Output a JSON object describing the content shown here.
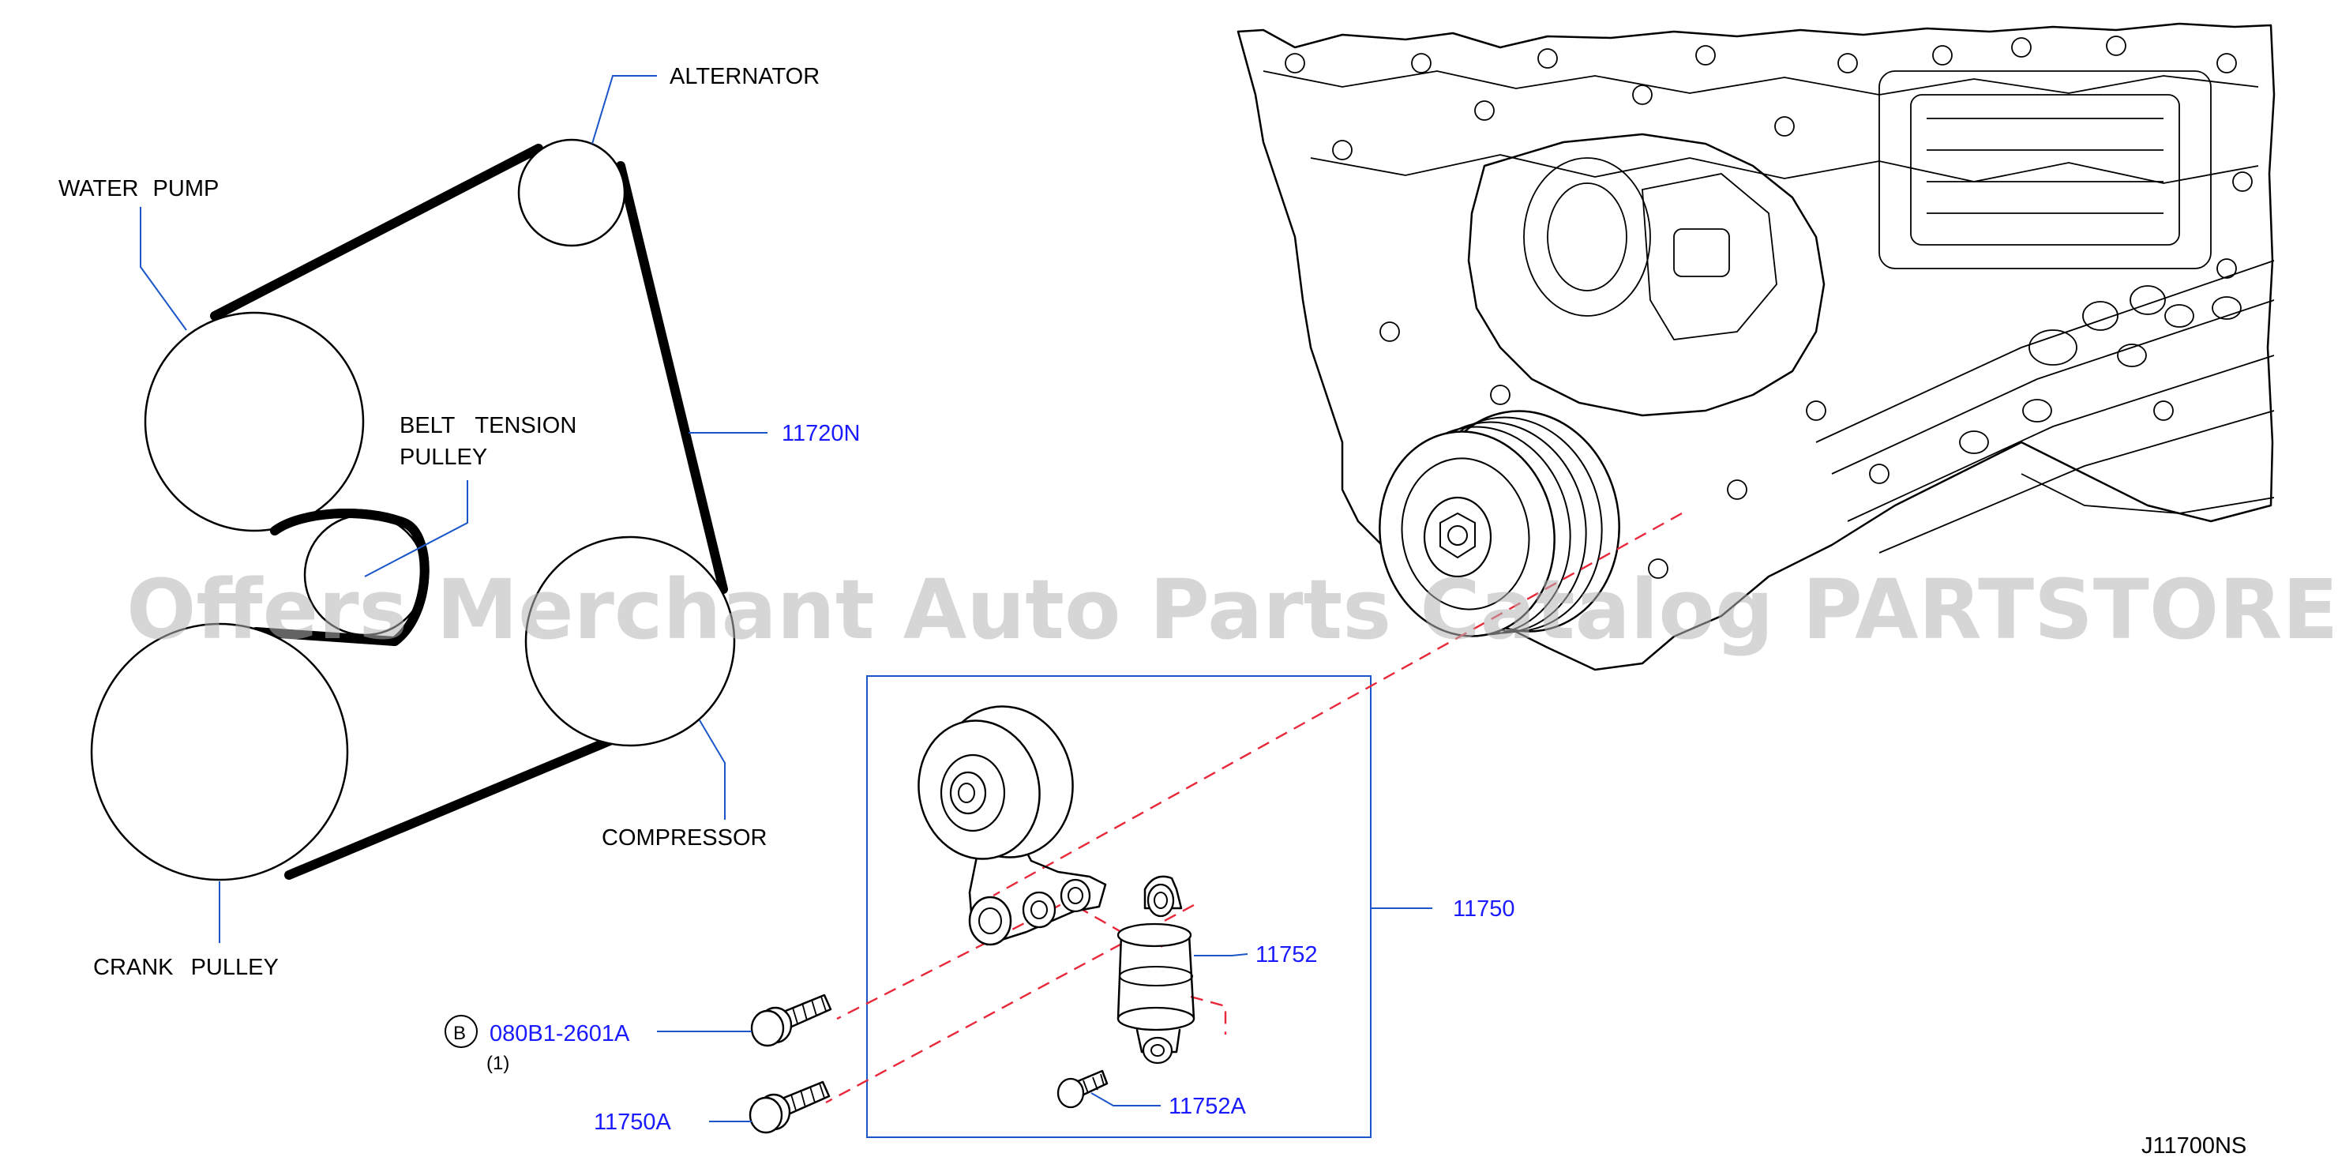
{
  "labels": {
    "alternator": "ALTERNATOR",
    "water_pump": "WATER PUMP",
    "belt_tension_line1": "BELT TENSION",
    "belt_tension_line2": "PULLEY",
    "compressor": "COMPRESSOR",
    "crank_pulley": "CRANK PULLEY"
  },
  "parts": {
    "belt": "11720N",
    "tensioner_assembly": "11750",
    "tensioner_damper": "11752",
    "bolt_b": "080B1-2601A",
    "bolt_b_qty": "(1)",
    "bolt_b_symbol": "B",
    "bolt_a": "11750A",
    "bolt_damper": "11752A"
  },
  "diagram_code": "J11700NS",
  "watermark": "Offers Merchant Auto Parts Catalog PARTSTORE.SA",
  "colors": {
    "part_number": "#1a1aff",
    "leader_line": "#1a56c8",
    "dashed_line": "#e8283a",
    "watermark": "#b4b4b4"
  }
}
